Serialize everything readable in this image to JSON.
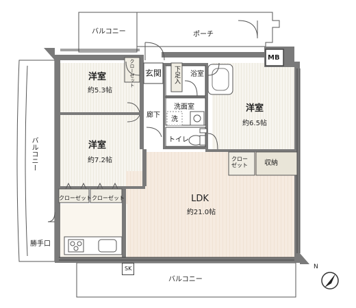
{
  "rooms": {
    "western_room_1": {
      "name": "洋室",
      "size": "約5.3帖"
    },
    "western_room_2": {
      "name": "洋室",
      "size": "約7.2帖"
    },
    "western_room_3": {
      "name": "洋室",
      "size": "約6.5帖"
    },
    "ldk": {
      "name": "LDK",
      "size": "約21.0帖"
    }
  },
  "labels": {
    "balcony_top": "バルコニー",
    "porch": "ポーチ",
    "mb": "MB",
    "entrance": "玄関",
    "shoe_storage": "下足入",
    "closet_small": "クローゼット",
    "bathroom": "浴室",
    "washroom": "洗面室",
    "wash": "洗",
    "hallway": "廊下",
    "toilet": "トイレ",
    "closet_right": "クロー ゼット",
    "storage": "収納",
    "balcony_left": "バルコニー",
    "closet_a": "クローゼット",
    "closet_b": "クローゼット",
    "service_door": "勝手口",
    "sk": "SK",
    "balcony_bottom": "バルコニー",
    "north": "N"
  },
  "colors": {
    "wall": "#7a7a7a",
    "floor_stripe": "#ece8dc",
    "ldk_floor": "#f3e6da",
    "wet_floor": "#ffffff",
    "line": "#444444",
    "storage_fill": "#e9e5d8"
  }
}
